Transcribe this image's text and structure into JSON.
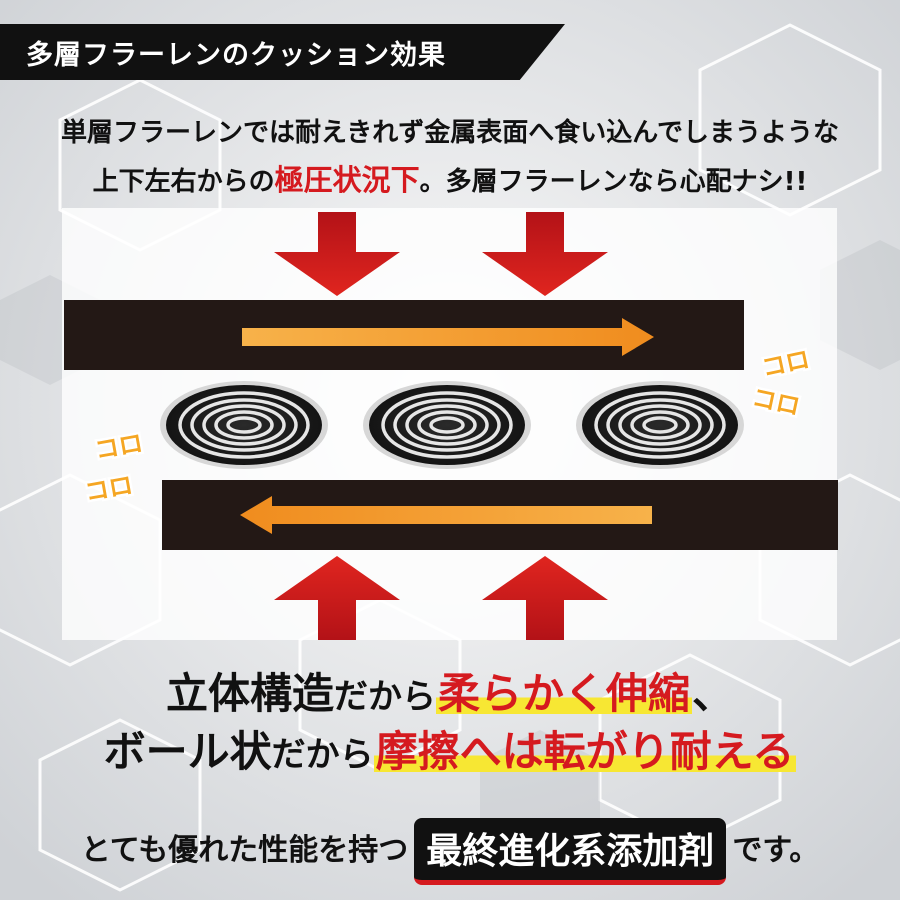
{
  "title": "多層フラーレンのクッション効果",
  "intro": {
    "line1": "単層フラーレンでは耐えきれず金属表面へ食い込んでしまうような",
    "line2_pre": "上下左右からの",
    "line2_red": "極圧状況下",
    "line2_post": "。多層フラーレンなら心配ナシ!!"
  },
  "diagram": {
    "sound_effect": "コロ",
    "colors": {
      "arrow_red": "#d51a1f",
      "plate": "#231815",
      "arrow_orange": "#f4a640",
      "onomatopoeia": "#f5a623"
    }
  },
  "statement": {
    "line1_black": "立体構造",
    "line1_small": "だから",
    "line1_highlight": "柔らかく伸縮",
    "line1_end": "、",
    "line2_black": "ボール状",
    "line2_small": "だから",
    "line2_highlight": "摩擦へは転がり耐える"
  },
  "bottom": {
    "pre": "とても優れた性能を持つ",
    "badge": "最終進化系添加剤",
    "post": "です。"
  }
}
